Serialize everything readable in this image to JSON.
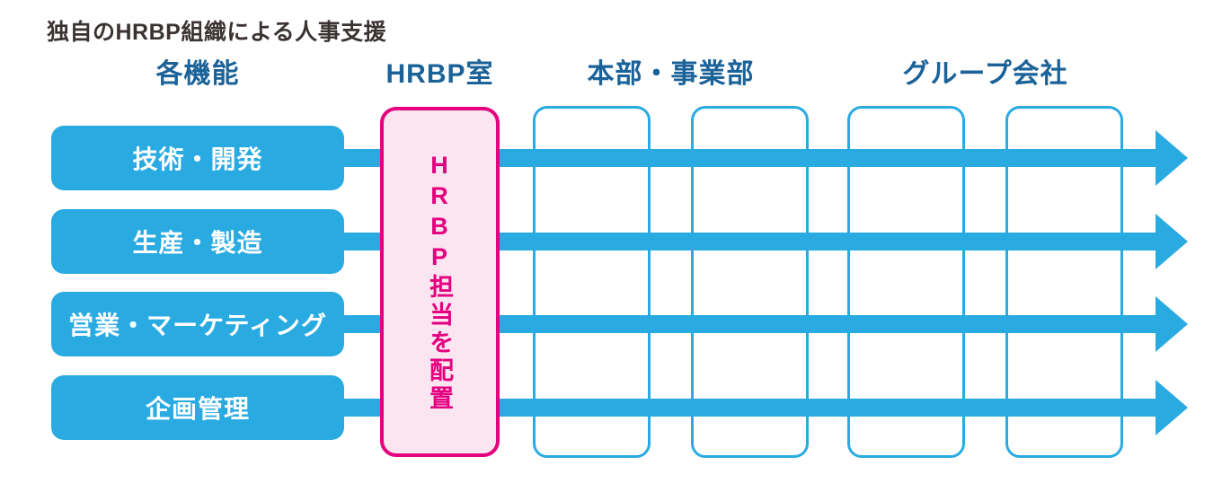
{
  "title": "独自のHRBP組織による人事支援",
  "columns": {
    "functions": "各機能",
    "hrbp": "HRBP室",
    "divisions": "本部・事業部",
    "group": "グループ会社"
  },
  "function_boxes": [
    "技術・開発",
    "生産・製造",
    "営業・マーケティング",
    "企画管理"
  ],
  "hrbp_note": "HRBP担当を配置",
  "colors": {
    "arrow_blue": "#29abe2",
    "header_blue": "#1a6298",
    "magenta": "#e4007f",
    "pink_fill": "#fbe5f0",
    "title_text": "#3a3332",
    "box_text": "#ffffff"
  }
}
